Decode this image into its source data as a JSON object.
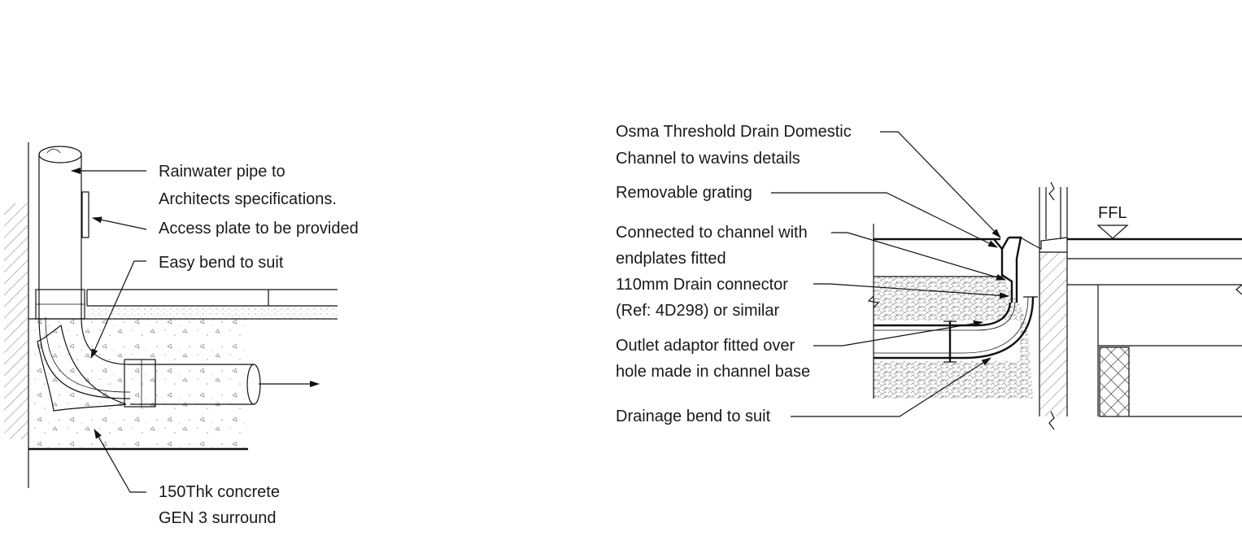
{
  "left_detail": {
    "labels": {
      "rainwater_pipe_1": "Rainwater pipe to",
      "rainwater_pipe_2": "Architects specifications.",
      "access_plate": "Access plate to be provided",
      "easy_bend": "Easy bend to suit",
      "concrete_1": "150Thk concrete",
      "concrete_2": "GEN 3 surround"
    }
  },
  "right_detail": {
    "labels": {
      "osma_1": "Osma Threshold Drain Domestic",
      "osma_2": "Channel to wavins details",
      "grating": "Removable grating",
      "connected_1": "Connected to channel with",
      "connected_2": "endplates fitted",
      "connector_1": "110mm Drain connector",
      "connector_2": "(Ref: 4D298) or similar",
      "outlet_1": "Outlet adaptor fitted over",
      "outlet_2": "hole made in channel base",
      "drainage_bend": "Drainage bend to suit",
      "ffl": "FFL"
    }
  }
}
